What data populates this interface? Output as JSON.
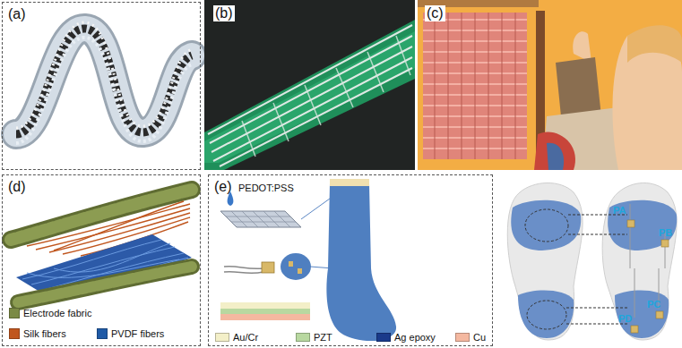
{
  "diagram": {
    "nodes": [
      {
        "text": [
          "(a)"
        ]
      },
      {
        "text": [
          "(b)"
        ]
      },
      {
        "text": [
          "(c)"
        ]
      },
      {
        "text": [
          "(d)"
        ]
      },
      {
        "text": [
          "(e)"
        ]
      }
    ],
    "edges": [],
    "labels": [
      "PEDOT:PSS",
      "PA",
      "PB",
      "PC",
      "PD"
    ],
    "legend": [
      {
        "text": "Electrode fabric",
        "color": "#7b8a45"
      },
      {
        "text": "Silk fibers",
        "color": "#c0561e"
      },
      {
        "text": "PVDF fibers",
        "color": "#1f5aa6"
      },
      {
        "text": "Au/Cr",
        "color": "#f3efc8"
      },
      {
        "text": "PZT",
        "color": "#b8d8a0"
      },
      {
        "text": "Ag epoxy",
        "color": "#1a3a8a"
      },
      {
        "text": "Cu",
        "color": "#f4b8a0"
      }
    ]
  }
}
